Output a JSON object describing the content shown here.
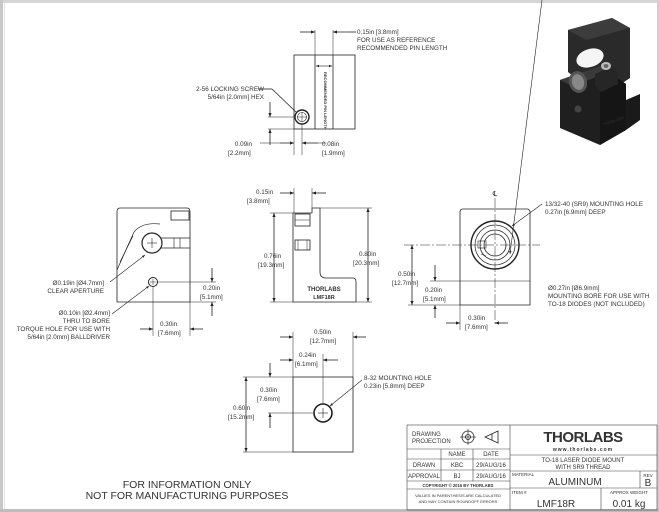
{
  "document": {
    "type": "mechanical-drawing",
    "brand_color": "#111111",
    "line_color": "#222222"
  },
  "top_view": {
    "pin_dim": "0.15in [3.8mm]",
    "pin_note_1": "FOR USE AS REFERENCE",
    "pin_note_2": "RECOMMENDED PIN LENGTH",
    "engraving": "RECOMMENDED PIN LENGTH",
    "screw_note_1": "2-56 LOCKING SCREW",
    "screw_note_2": "5/64in [2.0mm] HEX",
    "dim_a_in": "0.09in",
    "dim_a_mm": "[2.2mm]",
    "dim_b_in": "0.08in",
    "dim_b_mm": "[1.9mm]"
  },
  "left_view": {
    "aperture_1": "Ø0.19in [Ø4.7mm]",
    "aperture_2": "CLEAR APERTURE",
    "torque_1": "Ø0.10in [Ø2.4mm]",
    "torque_2": "THRU TO BORE",
    "torque_3": "TORQUE HOLE FOR USE WITH",
    "torque_4": "5/64in [2.0mm] BALLDRIVER",
    "dim_h_in": "0.20in",
    "dim_h_mm": "[5.1mm]",
    "dim_w_in": "0.30in",
    "dim_w_mm": "[7.6mm]"
  },
  "side_view": {
    "dim_pin_in": "0.15in",
    "dim_pin_mm": "[3.8mm]",
    "dim_h1_in": "0.76in",
    "dim_h1_mm": "[19.3mm]",
    "dim_h2_in": "0.80in",
    "dim_h2_mm": "[20.3mm]",
    "engraving_1": "THORLABS",
    "engraving_2": "LMF18R"
  },
  "front_view": {
    "centerline": "℄",
    "thread_1": "13/32-40 (SR9) MOUNTING HOLE",
    "thread_2": "0.27in [6.9mm] DEEP",
    "bore_1": "Ø0.27in [Ø6.9mm]",
    "bore_2": "MOUNTING BORE FOR USE WITH",
    "bore_3": "TO-18 DIODES (NOT INCLUDED)",
    "dim_50_in": "0.50in",
    "dim_50_mm": "[12.7mm]",
    "dim_20_in": "0.20in",
    "dim_20_mm": "[5.1mm]",
    "dim_30_in": "0.30in",
    "dim_30_mm": "[7.6mm]"
  },
  "bottom_view": {
    "dim_w_in": "0.50in",
    "dim_w_mm": "[12.7mm]",
    "dim_x_in": "0.24in",
    "dim_x_mm": "[6.1mm]",
    "dim_y_in": "0.30in",
    "dim_y_mm": "[7.6mm]",
    "dim_h_in": "0.60in",
    "dim_h_mm": "[15.2mm]",
    "hole_1": "8-32 MOUNTING HOLE",
    "hole_2": "0.23in [5.8mm] DEEP"
  },
  "disclaimer": {
    "line_1": "FOR INFORMATION ONLY",
    "line_2": "NOT FOR MANUFACTURING PURPOSES"
  },
  "title_block": {
    "projection_label_1": "DRAWING",
    "projection_label_2": "PROJECTION",
    "col_name": "NAME",
    "col_date": "DATE",
    "drawn_label": "DRAWN",
    "drawn_name": "KBC",
    "drawn_date": "29/AUG/16",
    "approval_label": "APPROVAL",
    "approval_name": "BJ",
    "approval_date": "29/AUG/16",
    "copyright": "COPYRIGHT © 2016 BY THORLABS",
    "values_note_1": "VALUES IN PARENTHESIS ARE CALCULATED",
    "values_note_2": "AND MAY CONTAIN ROUNDOFF ERRORS",
    "logo": "THORLABS",
    "website": "www.thorlabs.com",
    "title_1": "TO-18 LASER DIODE MOUNT",
    "title_2": "WITH SR9 THREAD",
    "material_label": "MATERIAL",
    "material_value": "ALUMINUM",
    "rev_label": "REV",
    "rev_value": "B",
    "item_label": "ITEM #",
    "item_value": "LMF18R",
    "weight_label": "APPROX WEIGHT",
    "weight_value": "0.01 kg"
  }
}
